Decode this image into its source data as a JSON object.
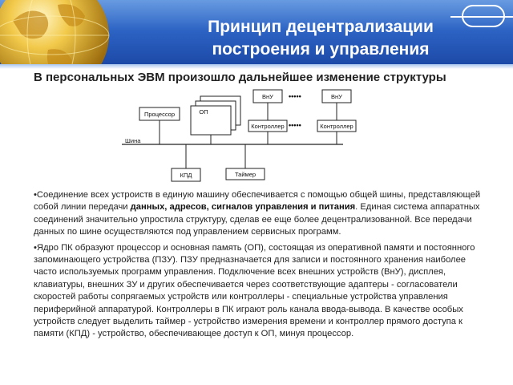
{
  "title": {
    "line1": "Принцип децентрализации",
    "line2": "построения и управления"
  },
  "subtitle": "В персональных ЭВМ произошло дальнейшее изменение структуры",
  "diagram": {
    "processor": "Процессор",
    "memory": "ОП",
    "device1": "ВнУ",
    "device2": "ВнУ",
    "controller1": "Контроллер",
    "controller2": "Контроллер",
    "bus": "Шина",
    "dma": "КПД",
    "timer": "Таймер",
    "dots": "•••••"
  },
  "paragraph1": {
    "lead": "•Соединение всех устроиств в единую машину обеспечивается с помощью общей шины, представляющей собой линии передачи ",
    "bold": "данных, адресов, сигналов управления и питания",
    "tail": ". Единая система аппаратных соединений значительно упростила структуру, сделав ее еще более децентрализованной. Все передачи данных по шине осуществляются под управлением сервисных программ."
  },
  "paragraph2": "•Ядро ПК образуют процессор и основная память (ОП), состоящая из оперативной памяти и постоянного запоминающего устройства (ПЗУ). ПЗУ предназначается для записи и постоянного хранения наиболее часто используемых программ управления. Подключение всех внешних устройств (ВнУ), дисплея, клавиатуры, внешних ЗУ и других обеспечивается через соответствующие адаптеры - согласователи скоростей работы сопрягаемых устройств или контроллеры - специальные устройства управления периферийной аппаратурой. Контроллеры в ПК играют роль канала ввода-вывода. В качестве особых устройств следует выделить таймер - устройство измерения времени и контроллер прямого доступа к памяти (КПД) - устройство, обеспечивающее доступ к ОП, минуя процессор.",
  "colors": {
    "header": "#2a5fc0",
    "header_light": "#3d7ed8",
    "globe_gold": "#e8b838",
    "globe_dark": "#b07a10"
  }
}
